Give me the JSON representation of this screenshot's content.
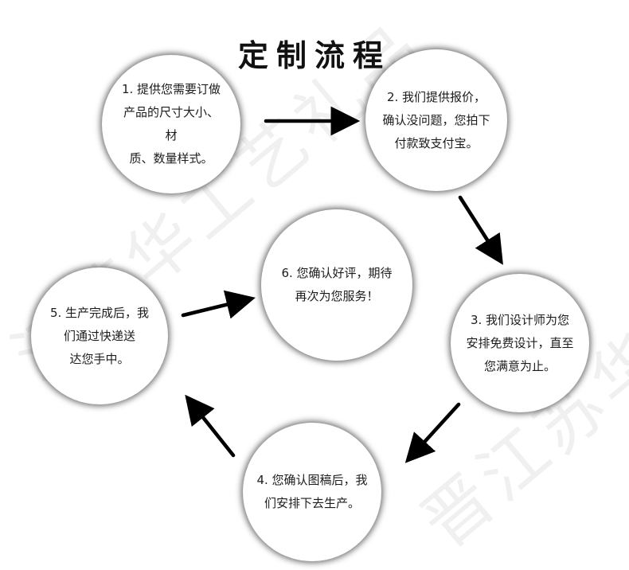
{
  "title": "定制流程",
  "watermarks": [
    "江苏华工艺礼品",
    "晋江苏华工"
  ],
  "steps": [
    {
      "text": "1. 提供您需要订做\n产品的尺寸大小、材\n质、数量样式。"
    },
    {
      "text": "2. 我们提供报价，\n确认没问题，您拍下\n付款致支付宝。"
    },
    {
      "text": "3. 我们设计师为您\n安排免费设计，直至\n您满意为止。"
    },
    {
      "text": "4. 您确认图稿后，我\n们安排下去生产。"
    },
    {
      "text": "5. 生产完成后，我\n们通过快递送\n达您手中。"
    },
    {
      "text": "6. 您确认好评，期待\n再次为您服务！"
    }
  ],
  "colors": {
    "background": "#ffffff",
    "text": "#1c1c1c",
    "arrow": "#000000",
    "watermark": "#f0f0f0"
  },
  "connectors": [
    {
      "from": 1,
      "to": 2
    },
    {
      "from": 2,
      "to": 3
    },
    {
      "from": 3,
      "to": 4
    },
    {
      "from": 4,
      "to": 5
    },
    {
      "from": 5,
      "to": 6
    }
  ]
}
